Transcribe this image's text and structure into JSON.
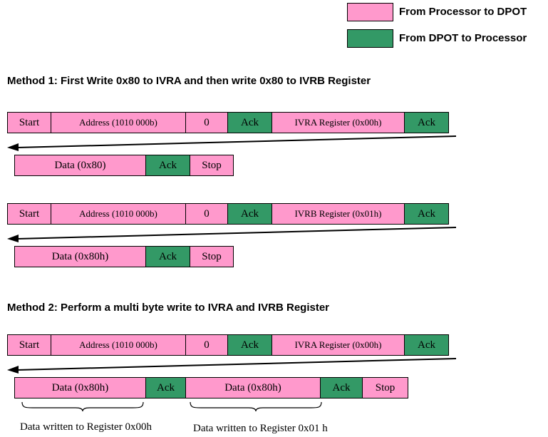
{
  "colors": {
    "processor_to_dpot": "#FF99CC",
    "dpot_to_processor": "#339966"
  },
  "legend": {
    "items": [
      {
        "label": "From Processor to DPOT"
      },
      {
        "label": "From DPOT to Processor"
      }
    ]
  },
  "method1": {
    "title": "Method 1: First Write 0x80 to IVRA and then write 0x80 to IVRB Register",
    "transaction1": {
      "row1": [
        {
          "label": "Start"
        },
        {
          "label": "Address (1010 000b)"
        },
        {
          "label": "0"
        },
        {
          "label": "Ack"
        },
        {
          "label": "IVRA Register  (0x00h)"
        },
        {
          "label": "Ack"
        }
      ],
      "row2": [
        {
          "label": "Data (0x80)"
        },
        {
          "label": "Ack"
        },
        {
          "label": "Stop"
        }
      ]
    },
    "transaction2": {
      "row1": [
        {
          "label": "Start"
        },
        {
          "label": "Address (1010 000b)"
        },
        {
          "label": "0"
        },
        {
          "label": "Ack"
        },
        {
          "label": "IVRB Register  (0x01h)"
        },
        {
          "label": "Ack"
        }
      ],
      "row2": [
        {
          "label": "Data (0x80h)"
        },
        {
          "label": "Ack"
        },
        {
          "label": "Stop"
        }
      ]
    }
  },
  "method2": {
    "title": "Method 2: Perform a multi byte write to IVRA and IVRB Register",
    "transaction1": {
      "row1": [
        {
          "label": "Start"
        },
        {
          "label": "Address (1010 000b)"
        },
        {
          "label": "0"
        },
        {
          "label": "Ack"
        },
        {
          "label": "IVRA Register  (0x00h)"
        },
        {
          "label": "Ack"
        }
      ],
      "row2": [
        {
          "label": "Data (0x80h)"
        },
        {
          "label": "Ack"
        },
        {
          "label": "Data (0x80h)"
        },
        {
          "label": "Ack"
        },
        {
          "label": "Stop"
        }
      ]
    },
    "annotations": [
      {
        "label": "Data written to Register 0x00h"
      },
      {
        "label": "Data written to Register 0x01 h"
      }
    ]
  }
}
